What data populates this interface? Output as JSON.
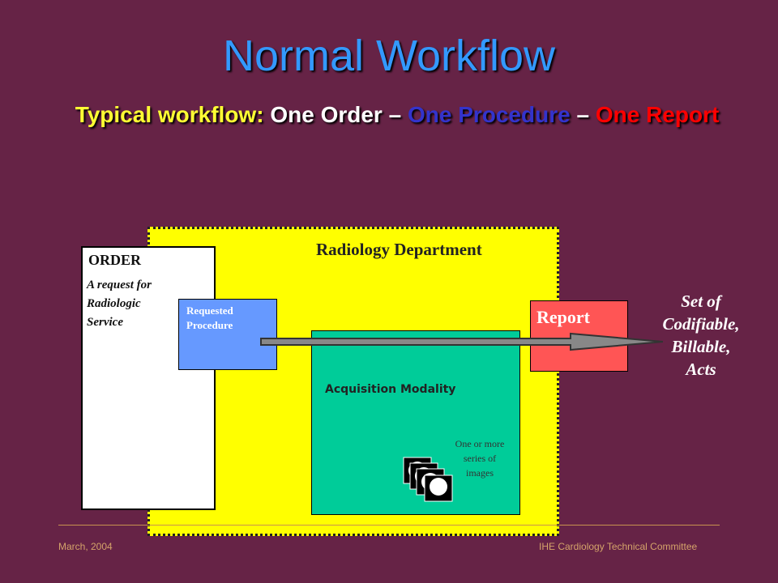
{
  "title": "Normal Workflow",
  "subtitle": {
    "prefix": "Typical workflow:",
    "order": "One Order",
    "dash1": "–",
    "procedure": "One Procedure",
    "dash2": "–",
    "report": "One Report"
  },
  "department": {
    "label": "Radiology Department"
  },
  "order": {
    "title": "ORDER",
    "lines": [
      "A request for",
      "Radiologic",
      "Service"
    ]
  },
  "requested_procedure": {
    "lines": [
      "Requested",
      "Procedure"
    ]
  },
  "modality": {
    "label": "Acquisition Modality",
    "series_lines": [
      "One or more",
      "series of",
      "images"
    ]
  },
  "report": {
    "label": "Report"
  },
  "acts": {
    "lines": [
      "Set of",
      "Codifiable,",
      "Billable,",
      "Acts"
    ]
  },
  "footer": {
    "left": "March, 2004",
    "right": "IHE Cardiology Technical Committee"
  },
  "colors": {
    "background": "#662346",
    "department": "#ffff00",
    "procedure": "#6699ff",
    "modality": "#00cc99",
    "report": "#ff5555",
    "title": "#3399ff"
  }
}
